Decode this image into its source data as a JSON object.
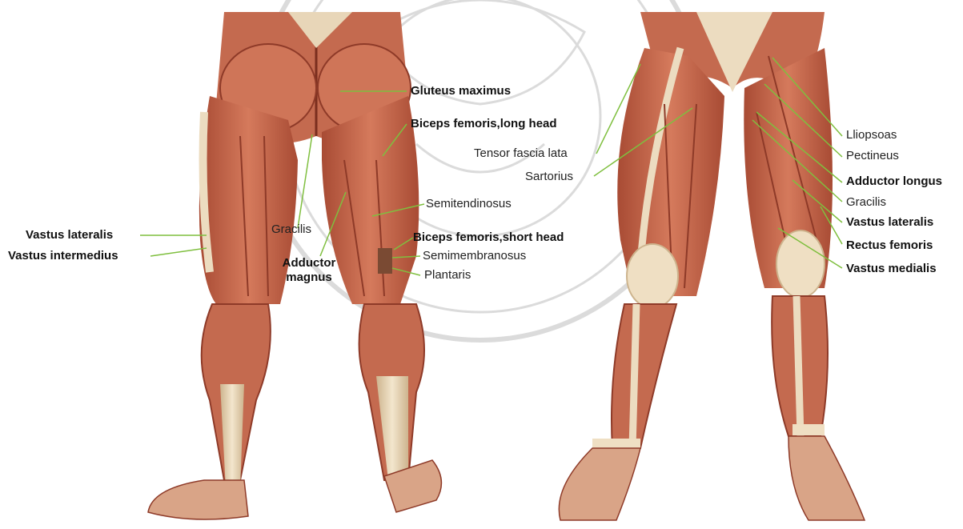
{
  "colors": {
    "muscle": "#c0614a",
    "muscle_dark": "#8e3a28",
    "muscle_light": "#dc8a6e",
    "tendon": "#ecdcc0",
    "tendon_dark": "#cdb48e",
    "leader_line": "#7fbf3f",
    "watermark": "#bdbdbd"
  },
  "watermark": {
    "description_icon": "university-seal-watermark-icon"
  },
  "posterior_view": {
    "labels": {
      "gluteus_maximus": "Gluteus maximus",
      "biceps_femoris_long": "Biceps femoris,long head",
      "semitendinosus": "Semitendinosus",
      "biceps_femoris_short": "Biceps femoris,short head",
      "semimembranosus": "Semimembranosus",
      "plantaris": "Plantaris",
      "gracilis": "Gracilis",
      "adductor_magnus": "Adductor magnus",
      "vastus_lateralis": "Vastus lateralis",
      "vastus_intermedius": "Vastus intermedius"
    }
  },
  "anterior_view": {
    "labels": {
      "tensor_fascia_lata": "Tensor fascia lata",
      "sartorius": "Sartorius",
      "iliopsoas": "Lliopsoas",
      "pectineus": "Pectineus",
      "adductor_longus": "Adductor longus",
      "gracilis": "Gracilis",
      "vastus_lateralis": "Vastus lateralis",
      "rectus_femoris": "Rectus femoris",
      "vastus_medialis": "Vastus medialis"
    }
  }
}
